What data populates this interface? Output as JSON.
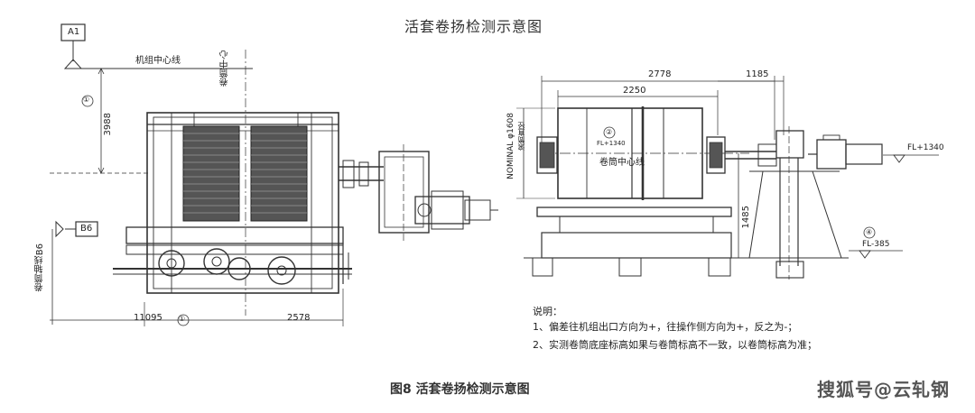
{
  "title": "活套卷扬检测示意图",
  "caption": "图8  活套卷扬检测示意图",
  "watermark": "搜狐号@云轧钢",
  "left_view": {
    "ref_a": "A1",
    "ref_b": "B6",
    "centerline_label": "机组中心线",
    "drum_center_label": "卷筒中心",
    "drum_axis_label": "卷筒轴线B6",
    "dim_vertical": "3988",
    "dim_bottom_left": "11095",
    "dim_bottom_right": "2578",
    "marker_1": "①",
    "marker_1b": "①"
  },
  "right_view": {
    "dim_total": "2778",
    "dim_inner": "2250",
    "dim_offset": "1185",
    "dim_height": "1485",
    "dim_nominal": "NOMINAL φ1608",
    "drum_dia_label": "滚筒直径",
    "drum_label": "卷筒中心线",
    "marker_2": "②",
    "marker_4": "④",
    "level_top": "FL+1340",
    "level_bottom": "FL-385",
    "drum_small_label": "FL+1340"
  },
  "notes": {
    "heading": "说明：",
    "items": [
      "1、偏差往机组出口方向为+，往操作侧方向为+，反之为-；",
      "2、实测卷筒底座标高如果与卷筒标高不一致，以卷筒标高为准；"
    ]
  }
}
